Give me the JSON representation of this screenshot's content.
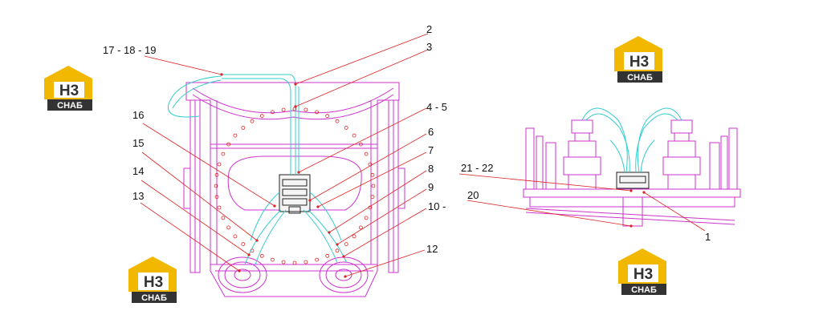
{
  "colors": {
    "frame": "#cc33cc",
    "hose": "#33cccc",
    "leader": "#dd2222",
    "logo_yellow": "#f2b800",
    "logo_dark": "#333333",
    "text": "#111111"
  },
  "logos": [
    {
      "mark": "H3",
      "word": "CHAБ"
    },
    {
      "mark": "H3",
      "word": "CHAБ"
    },
    {
      "mark": "H3",
      "word": "CHAБ"
    },
    {
      "mark": "H3",
      "word": "CHAБ"
    }
  ],
  "labels": {
    "l2": "2",
    "l3": "3",
    "l17": "17 - 18 - 19",
    "l45": "4 - 5",
    "l6": "6",
    "l7": "7",
    "l8": "8",
    "l9": "9",
    "l10": "10 -",
    "l12": "12",
    "l13": "13",
    "l14": "14",
    "l15": "15",
    "l16": "16",
    "l2122": "21 - 22",
    "l20": "20",
    "l1": "1"
  }
}
